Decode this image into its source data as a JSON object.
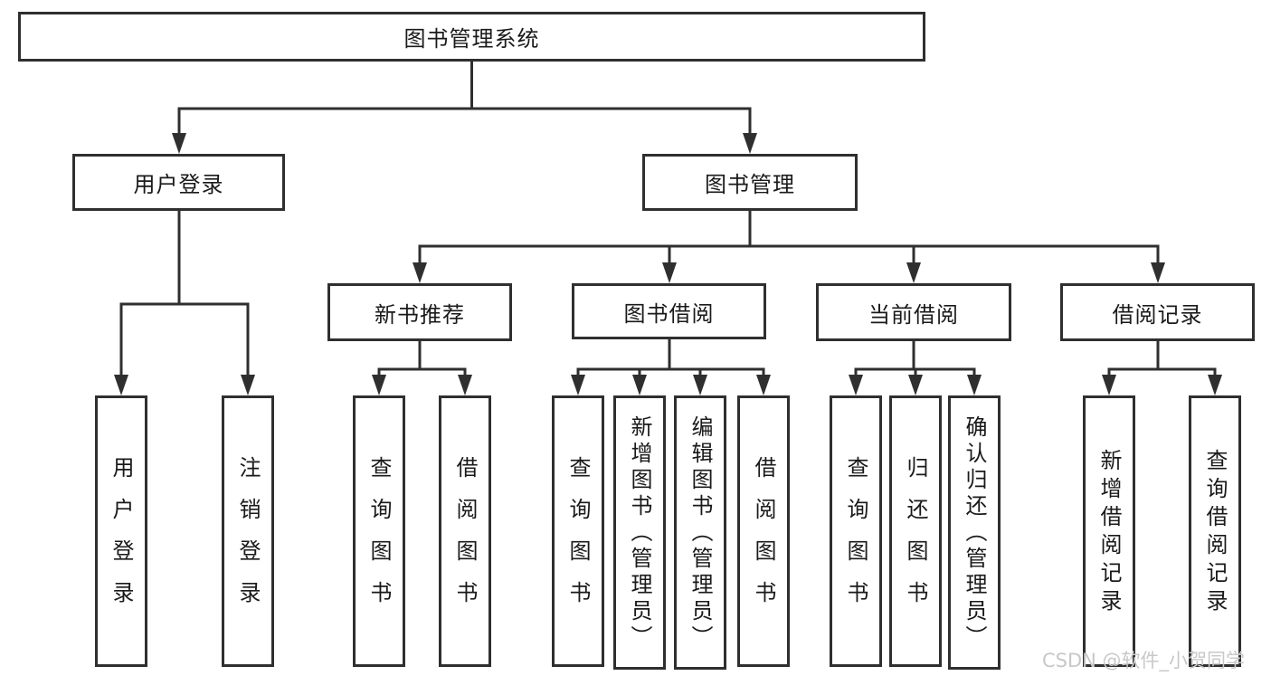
{
  "nodes": {
    "root": {
      "label": "图书管理系统"
    },
    "user_login": {
      "label": "用户登录"
    },
    "book_mgmt": {
      "label": "图书管理"
    },
    "new_book_rec": {
      "label": "新书推荐"
    },
    "book_borrow": {
      "label": "图书借阅"
    },
    "current_borrow": {
      "label": "当前借阅"
    },
    "borrow_record": {
      "label": "借阅记录"
    },
    "leaf_user_login": {
      "label": "用户登录"
    },
    "leaf_logout": {
      "label": "注销登录"
    },
    "rec_query_book": {
      "label": "查询图书"
    },
    "rec_borrow_book": {
      "label": "借阅图书"
    },
    "bb_query_book": {
      "label": "查询图书"
    },
    "bb_add_book": {
      "label": "新增图书（管理员）"
    },
    "bb_edit_book": {
      "label": "编辑图书（管理员）"
    },
    "bb_borrow_book": {
      "label": "借阅图书"
    },
    "cb_query_book": {
      "label": "查询图书"
    },
    "cb_return_book": {
      "label": "归还图书"
    },
    "cb_confirm_return": {
      "label": "确认归还（管理员）"
    },
    "br_add_record": {
      "label": "新增借阅记录"
    },
    "br_query_record": {
      "label": "查询借阅记录"
    }
  },
  "watermark": "CSDN @软件_小贺同学",
  "colors": {
    "line": "#2f2f2f",
    "text": "#1a1a1a",
    "background": "#ffffff",
    "watermark": "#c8c8c8"
  }
}
